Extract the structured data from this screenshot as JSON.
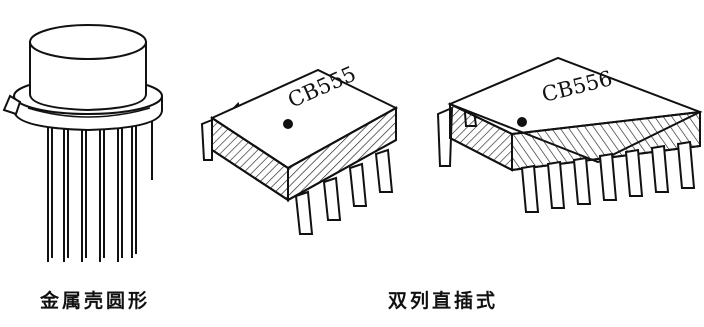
{
  "figure": {
    "packages": [
      {
        "caption": "金属壳圆形"
      },
      {
        "caption": "双列直插式"
      }
    ],
    "chips": [
      {
        "label": "CB555",
        "pins_per_side": 4
      },
      {
        "label": "CB556",
        "pins_per_side": 7
      }
    ]
  }
}
